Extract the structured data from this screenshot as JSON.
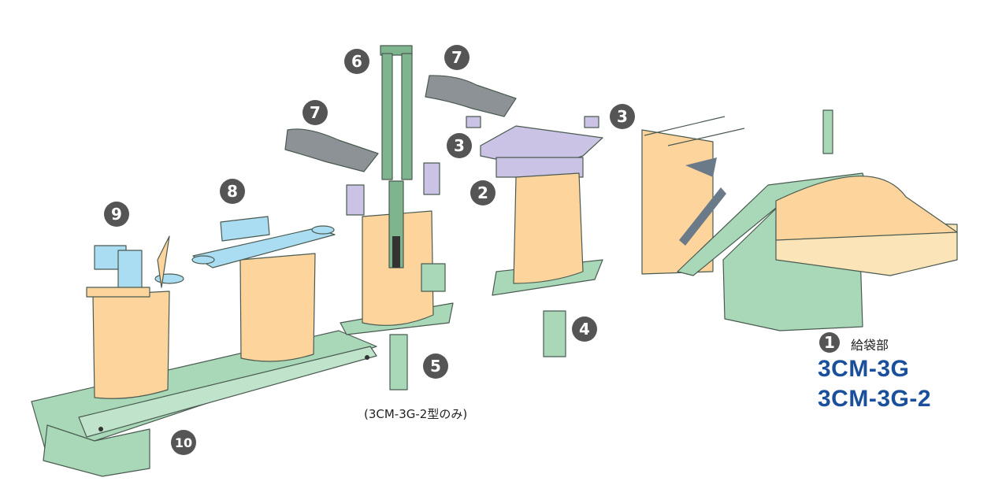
{
  "labels": {
    "n1": "1",
    "n2": "2",
    "n3a": "3",
    "n3b": "3",
    "n4": "4",
    "n5": "5",
    "n6": "6",
    "n7a": "7",
    "n7b": "7",
    "n8": "8",
    "n9": "9",
    "n10": "10"
  },
  "feeder_label": "給袋部",
  "models": [
    "3CM-3G",
    "3CM-3G-2"
  ],
  "caption": "(3CM-3G-2型のみ)",
  "colors": {
    "machine_green": "#a9d8b9",
    "bag": "#fdd49c",
    "lavender": "#cbc3e6",
    "sealer_blue": "#aadcf2",
    "duct_gray": "#8d9296",
    "badge": "#555555",
    "model_blue": "#1a4f9c"
  }
}
